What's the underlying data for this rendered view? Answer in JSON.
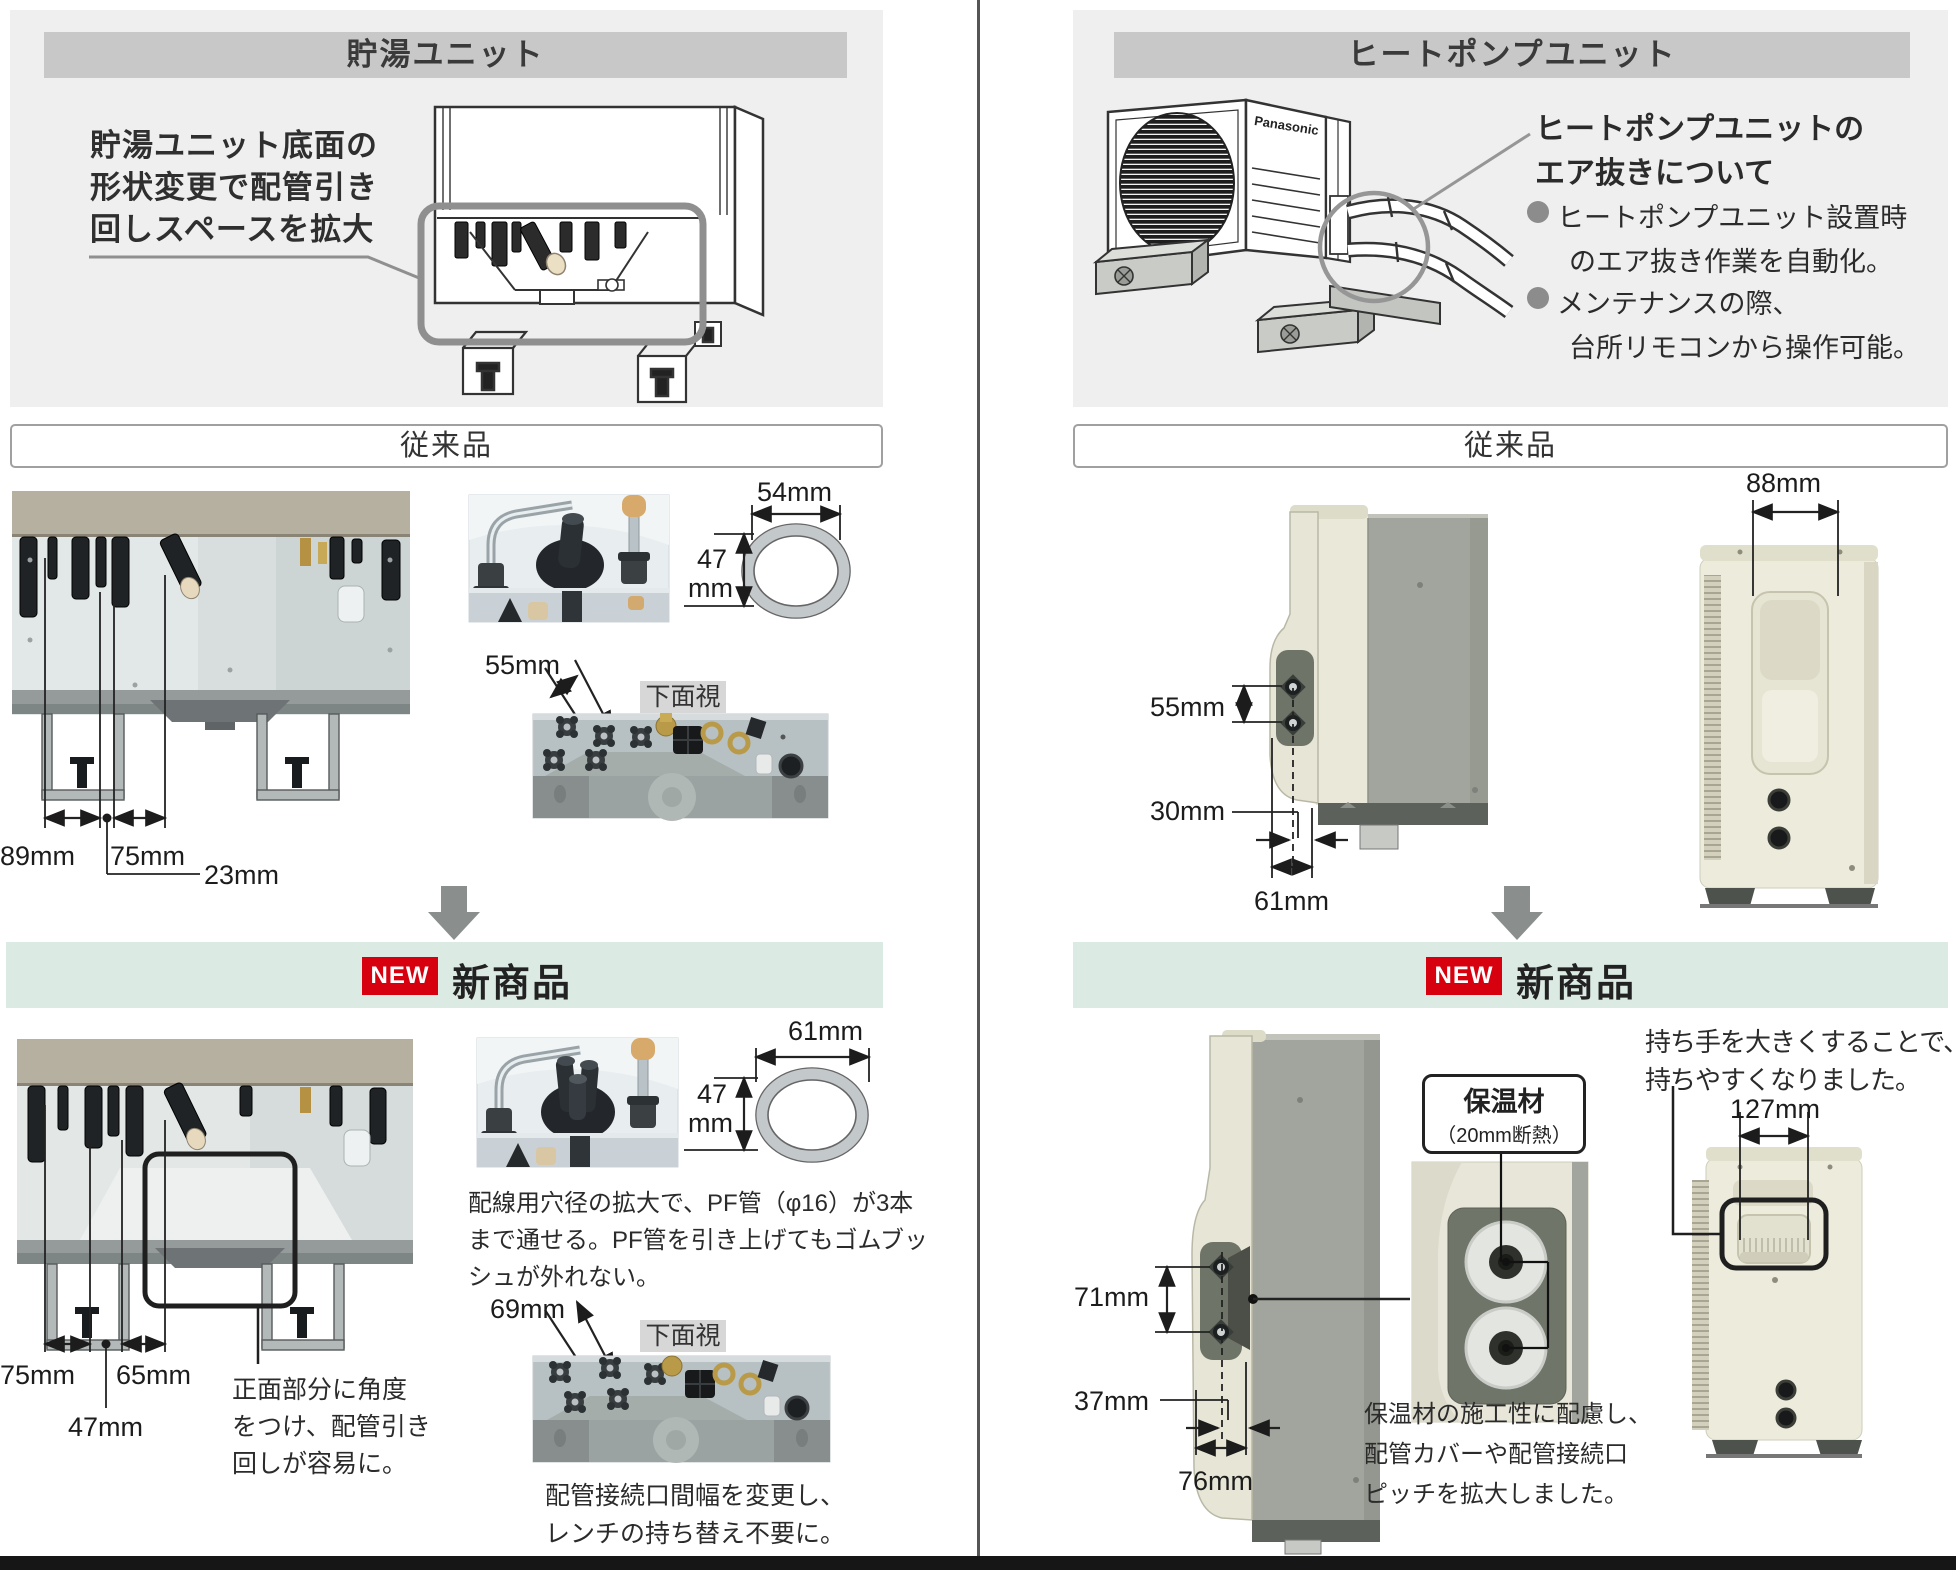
{
  "left": {
    "title": "貯湯ユニット",
    "intro": [
      "貯湯ユニット底面の",
      "形状変更で配管引き",
      "回しスペースを拡大"
    ],
    "conventional_label": "従来品",
    "conv_dims": {
      "d89": "89mm",
      "d75": "75mm",
      "d23": "23mm",
      "d54": "54mm",
      "d47a": "47",
      "d47b": "mm",
      "d55": "55mm"
    },
    "bottom_view_label": "下面視",
    "new_banner": {
      "badge": "NEW",
      "label": "新商品"
    },
    "new_dims": {
      "d75": "75mm",
      "d65": "65mm",
      "d47": "47mm",
      "d61": "61mm",
      "d47a": "47",
      "d47b": "mm",
      "d69": "69mm"
    },
    "note_front": [
      "正面部分に角度",
      "をつけ、配管引き",
      "回しが容易に。"
    ],
    "note_pf": [
      "配線用穴径の拡大で、PF管（φ16）が3本",
      "まで通せる。PF管を引き上げてもゴムブッ",
      "シュが外れない。"
    ],
    "note_wrench": [
      "配管接続口間幅を変更し、",
      "レンチの持ち替え不要に。"
    ]
  },
  "right": {
    "title": "ヒートポンプユニット",
    "brand": "Panasonic",
    "air_title": [
      "ヒートポンプユニットの",
      "エア抜きについて"
    ],
    "bullet1": [
      "ヒートポンプユニット設置時",
      "のエア抜き作業を自動化。"
    ],
    "bullet2": [
      "メンテナンスの際、",
      "台所リモコンから操作可能。"
    ],
    "conventional_label": "従来品",
    "conv_dims": {
      "d55": "55mm",
      "d30": "30mm",
      "d61": "61mm",
      "d88": "88mm"
    },
    "new_banner": {
      "badge": "NEW",
      "label": "新商品"
    },
    "new_dims": {
      "d71": "71mm",
      "d37": "37mm",
      "d76": "76mm",
      "d127": "127mm"
    },
    "insulation_box": [
      "保温材",
      "（20mm断熱）"
    ],
    "handle_note": [
      "持ち手を大きくすることで、",
      "持ちやすくなりました。"
    ],
    "insulation_note": [
      "保温材の施工性に配慮し、",
      "配管カバーや配管接続口",
      "ピッチを拡大しました。"
    ]
  },
  "colors": {
    "accent_red": "#d6000f",
    "banner_green": "#dbeae2",
    "panel_gray": "#efefef",
    "header_gray": "#c8c8c8"
  }
}
